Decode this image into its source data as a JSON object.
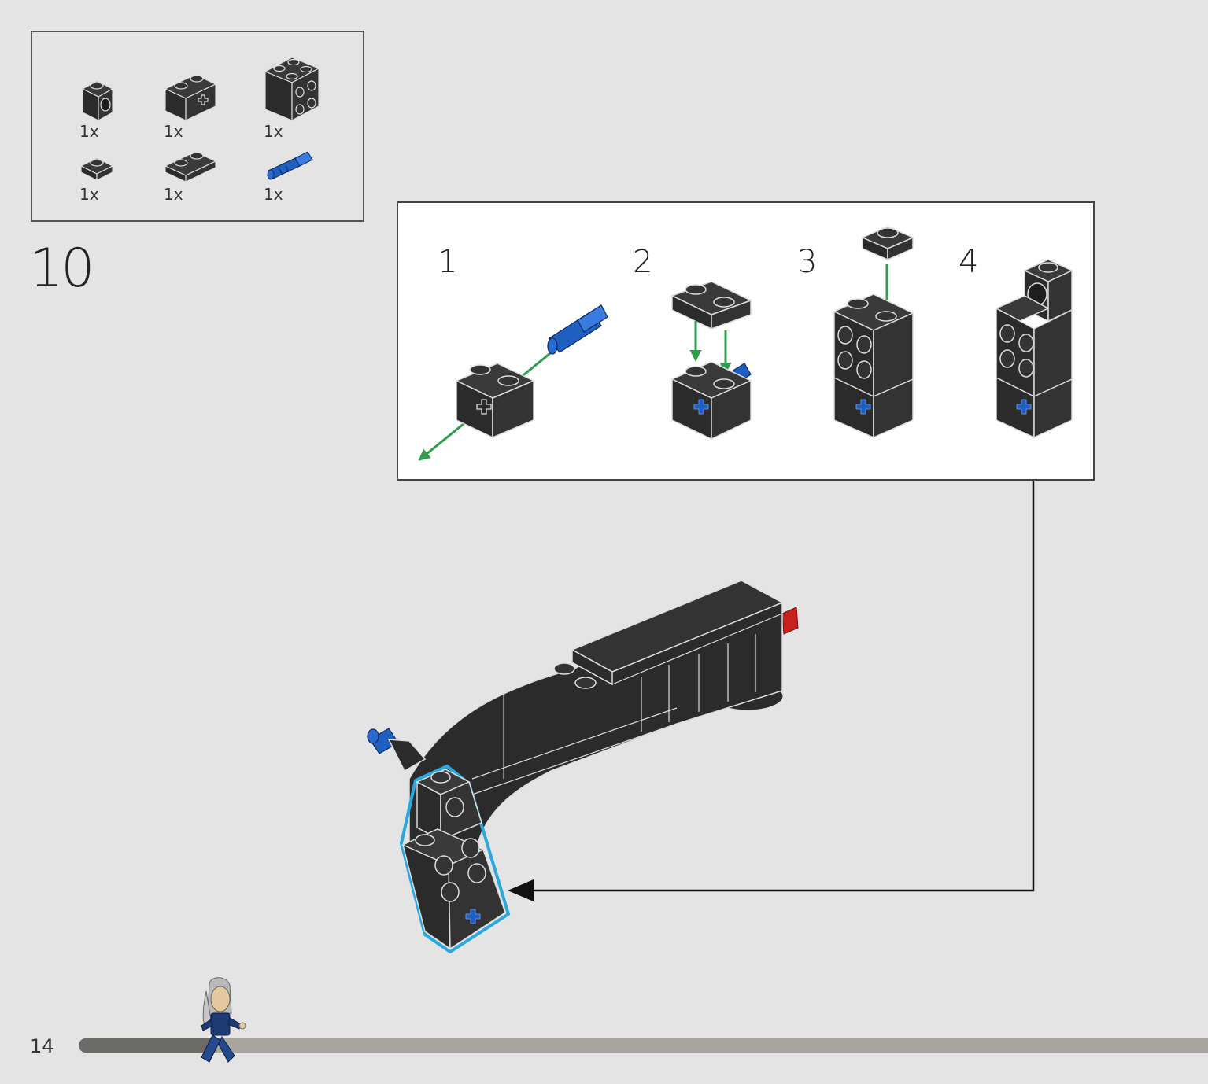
{
  "parts_list": {
    "items": [
      {
        "name": "brick-1x1-technic-hole",
        "color": "black",
        "quantity": "1x"
      },
      {
        "name": "brick-1x2-axle-hole",
        "color": "black",
        "quantity": "1x"
      },
      {
        "name": "brick-2x2-side-studs",
        "color": "black",
        "quantity": "1x"
      },
      {
        "name": "plate-1x1",
        "color": "black",
        "quantity": "1x"
      },
      {
        "name": "plate-1x2",
        "color": "black",
        "quantity": "1x"
      },
      {
        "name": "axle-pin",
        "color": "blue",
        "quantity": "1x"
      }
    ]
  },
  "step": {
    "number": "10"
  },
  "substeps": {
    "labels": [
      "1",
      "2",
      "3",
      "4"
    ]
  },
  "page": {
    "number": "14",
    "progress": 0.12
  },
  "colors": {
    "background": "#e4e4e4",
    "brick": "#2b2b2b",
    "brick_edge": "#dcdcdc",
    "pin_blue": "#1f5fbf",
    "arrow_green": "#2e9e4e",
    "highlight_cyan": "#2aa8df",
    "accent_red": "#c81f1f",
    "progress_fill": "#6d6b68",
    "progress_track": "#a8a59f"
  }
}
